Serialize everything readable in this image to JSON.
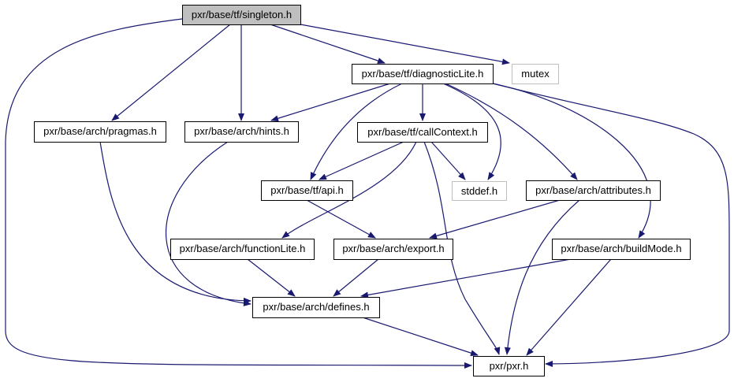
{
  "nodes": {
    "singleton": "pxr/base/tf/singleton.h",
    "diagnosticLite": "pxr/base/tf/diagnosticLite.h",
    "mutex": "mutex",
    "pragmas": "pxr/base/arch/pragmas.h",
    "hints": "pxr/base/arch/hints.h",
    "callContext": "pxr/base/tf/callContext.h",
    "api": "pxr/base/tf/api.h",
    "stddef": "stddef.h",
    "attributes": "pxr/base/arch/attributes.h",
    "functionLite": "pxr/base/arch/functionLite.h",
    "export": "pxr/base/arch/export.h",
    "buildMode": "pxr/base/arch/buildMode.h",
    "defines": "pxr/base/arch/defines.h",
    "pxr": "pxr/pxr.h"
  },
  "colors": {
    "edge": "#191970",
    "root_fill": "#bfbfbf",
    "external_border": "#bfbfbf"
  }
}
